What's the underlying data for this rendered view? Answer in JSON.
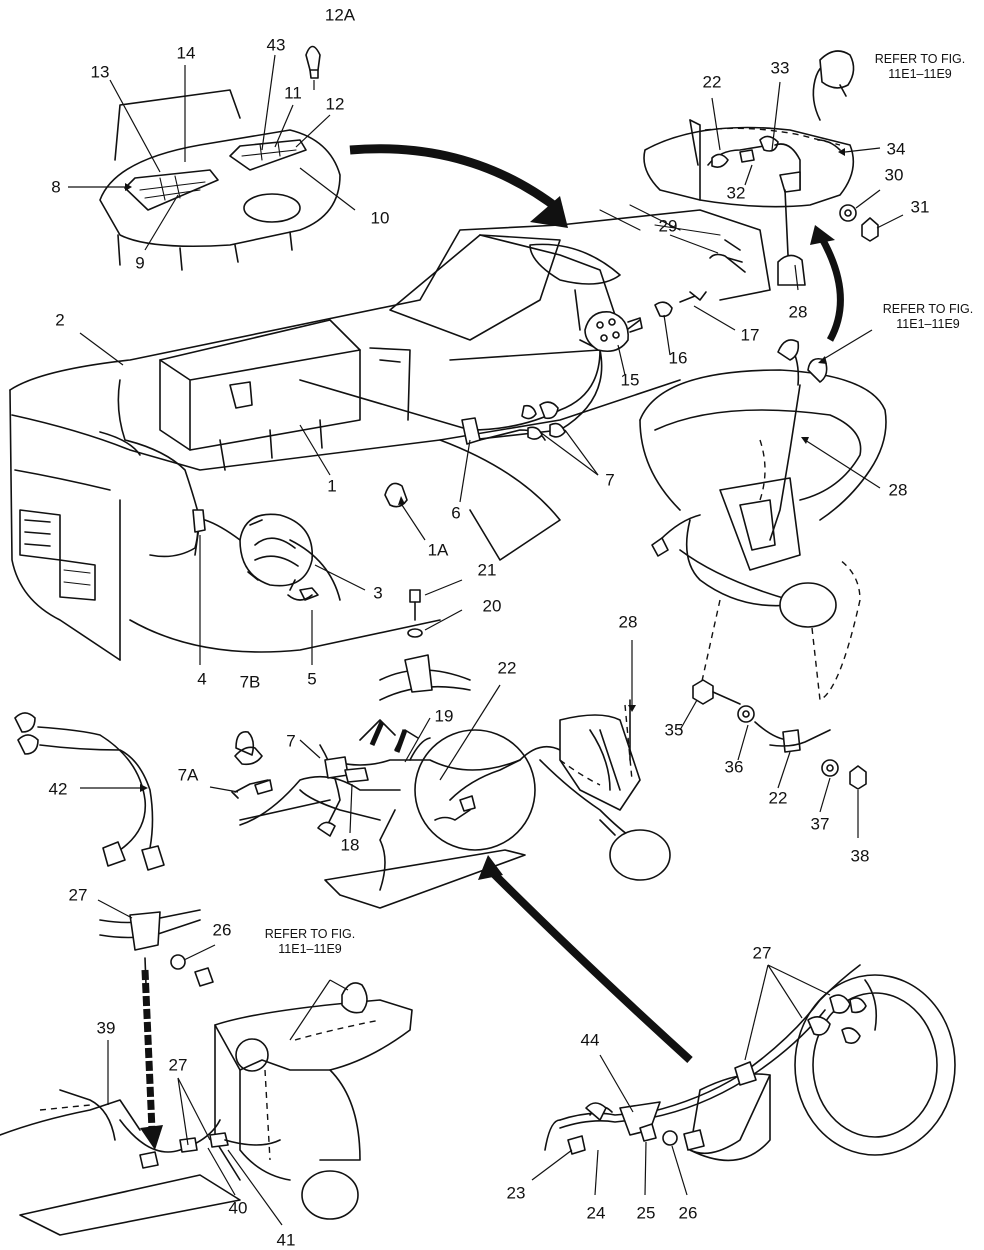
{
  "refer_text": {
    "top_right": [
      "REFER TO FIG.",
      "11E1–11E9"
    ],
    "mid_right": [
      "REFER TO FIG.",
      "11E1–11E9"
    ],
    "bottom_center": [
      "REFER TO FIG.",
      "11E1–11E9"
    ]
  },
  "labels": {
    "l12A": "12A",
    "l14": "14",
    "l43": "43",
    "l13": "13",
    "l11": "11",
    "l12": "12",
    "l8": "8",
    "l10": "10",
    "l9": "9",
    "l2": "2",
    "l1": "1",
    "l1A": "1A",
    "l6": "6",
    "l7a": "7",
    "l15": "15",
    "l16": "16",
    "l17": "17",
    "l29": "29",
    "l3": "3",
    "l4": "4",
    "l5": "5",
    "l21": "21",
    "l20": "20",
    "l22a": "22",
    "l33": "33",
    "l34": "34",
    "l30": "30",
    "l31": "31",
    "l32": "32",
    "l28a": "28",
    "l28b": "28",
    "l28c": "28",
    "l22b": "22",
    "l19": "19",
    "l7B": "7B",
    "l7b": "7",
    "l7A": "7A",
    "l18": "18",
    "l42": "42",
    "l35": "35",
    "l36": "36",
    "l22c": "22",
    "l37": "37",
    "l38": "38",
    "l27a": "27",
    "l26a": "26",
    "l39": "39",
    "l27b": "27",
    "l40": "40",
    "l41": "41",
    "l27c": "27",
    "l44": "44",
    "l23": "23",
    "l24": "24",
    "l25": "25",
    "l26b": "26"
  }
}
